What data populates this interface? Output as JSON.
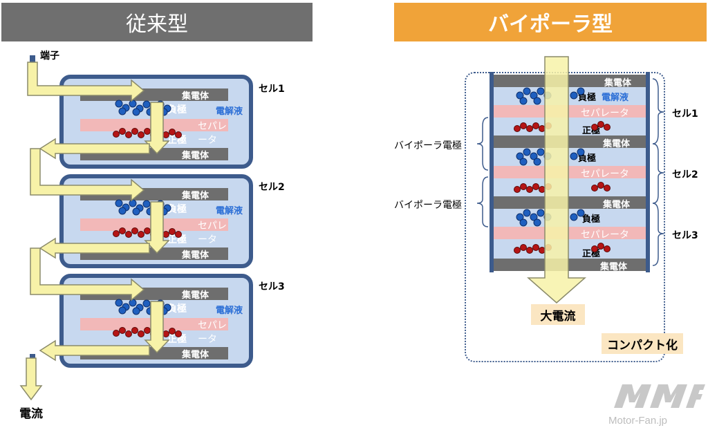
{
  "headers": {
    "conventional": "従来型",
    "bipolar": "バイポーラ型"
  },
  "conventional": {
    "terminal": "端子",
    "current": "電流",
    "cells": [
      {
        "name": "セル1",
        "collector": "集電体",
        "negative": "負極",
        "electrolyte": "電解液",
        "separator": "セパレータ",
        "positive": "正極",
        "collector2": "集電体"
      },
      {
        "name": "セル2",
        "collector": "集電体",
        "negative": "負極",
        "electrolyte": "電解液",
        "separator": "セパレータ",
        "positive": "正極",
        "collector2": "集電体"
      },
      {
        "name": "セル3",
        "collector": "集電体",
        "negative": "負極",
        "electrolyte": "電解液",
        "separator": "セパレータ",
        "positive": "正極",
        "collector2": "集電体"
      }
    ]
  },
  "bipolar": {
    "rows": {
      "collector_top": "集電体",
      "negative": "負極",
      "electrolyte": "電解液",
      "separator": "セパレータ",
      "positive": "正極",
      "collector": "集電体"
    },
    "cell_labels": [
      "セル1",
      "セル2",
      "セル3"
    ],
    "bipolar_electrode": "バイポーラ電極",
    "large_current": "大電流",
    "compact": "コンパクト化"
  },
  "watermark": "Motor-Fan.jp",
  "colors": {
    "gray_header": "#6f6f6f",
    "orange_header": "#f0a339",
    "cell_border": "#3d5b8c",
    "cell_fill": "#c7d8ef",
    "collector": "#6e6e6e",
    "separator": "#f2b8b8",
    "negative_particles": "#1f5fbf",
    "positive_particles": "#b51515",
    "arrow_fill": "#f7f2a8",
    "electrolyte_text": "#2c6fd6"
  }
}
